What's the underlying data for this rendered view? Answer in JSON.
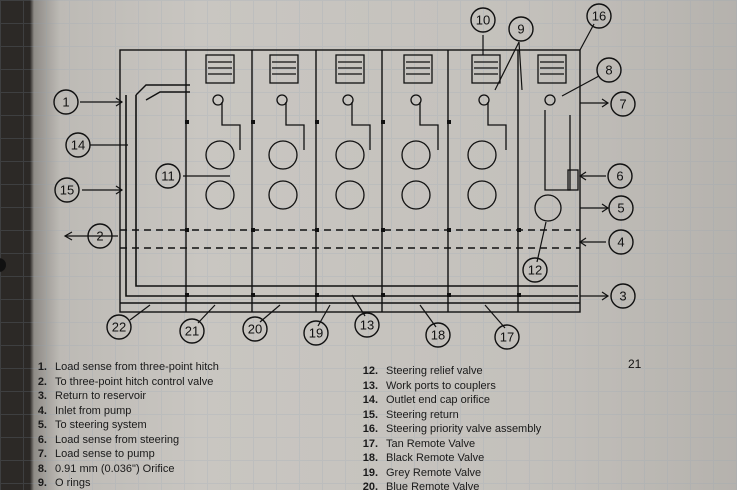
{
  "figure_number": "21",
  "callouts": [
    "1",
    "2",
    "3",
    "4",
    "5",
    "6",
    "7",
    "8",
    "9",
    "10",
    "11",
    "12",
    "13",
    "14",
    "15",
    "16",
    "17",
    "18",
    "19",
    "20",
    "21",
    "22"
  ],
  "legend_left": [
    {
      "num": "1.",
      "text": "Load sense from three-point hitch"
    },
    {
      "num": "2.",
      "text": "To three-point hitch control valve"
    },
    {
      "num": "3.",
      "text": "Return to reservoir"
    },
    {
      "num": "4.",
      "text": "Inlet from pump"
    },
    {
      "num": "5.",
      "text": "To steering system"
    },
    {
      "num": "6.",
      "text": "Load sense from steering"
    },
    {
      "num": "7.",
      "text": "Load sense to pump"
    },
    {
      "num": "8.",
      "text": "0.91 mm (0.036\") Orifice"
    },
    {
      "num": "9.",
      "text": "O rings"
    }
  ],
  "legend_right": [
    {
      "num": "12.",
      "text": "Steering relief valve"
    },
    {
      "num": "13.",
      "text": "Work ports to couplers"
    },
    {
      "num": "14.",
      "text": "Outlet end cap orifice"
    },
    {
      "num": "15.",
      "text": "Steering return"
    },
    {
      "num": "16.",
      "text": "Steering priority valve assembly"
    },
    {
      "num": "17.",
      "text": "Tan Remote Valve"
    },
    {
      "num": "18.",
      "text": "Black Remote Valve"
    },
    {
      "num": "19.",
      "text": "Grey Remote Valve"
    },
    {
      "num": "20.",
      "text": "Blue Remote Valve"
    }
  ]
}
